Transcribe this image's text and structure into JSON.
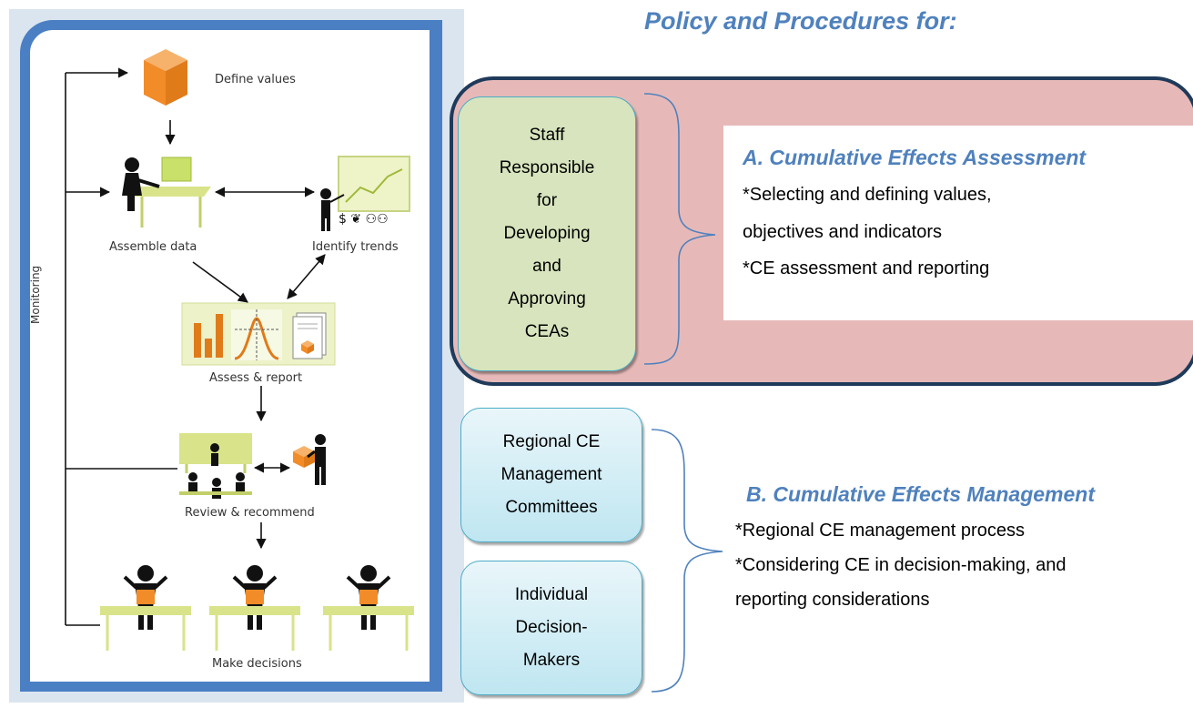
{
  "title": "Policy and Procedures for:",
  "flow": {
    "monitoring_label": "Monitoring",
    "steps": [
      {
        "label": "Define values"
      },
      {
        "label": "Assemble data"
      },
      {
        "label": "Identify trends"
      },
      {
        "label": "Assess & report"
      },
      {
        "label": "Review & recommend"
      },
      {
        "label": "Make decisions"
      }
    ],
    "trend_symbols": "$ ❦ ⚇⚇"
  },
  "section_a": {
    "staff_box_lines": [
      "Staff",
      "Responsible",
      "for",
      "Developing",
      "and",
      "Approving",
      "CEAs"
    ],
    "heading": "A. Cumulative Effects Assessment",
    "lines": [
      "*Selecting and defining values,",
      "objectives and indicators",
      "*CE assessment and reporting"
    ]
  },
  "section_b": {
    "committee_box_lines": [
      "Regional CE",
      "Management",
      "Committees"
    ],
    "decision_box_lines": [
      "Individual",
      "Decision-",
      "Makers"
    ],
    "heading": "B. Cumulative Effects Management",
    "lines": [
      "*Regional CE management process",
      "*Considering CE in decision-making, and",
      "reporting considerations"
    ]
  },
  "colors": {
    "accent_blue": "#4f81bd",
    "section_a_fill": "#e6b9b8",
    "section_a_border": "#1f3a5a",
    "green_box": "#d7e4bd",
    "blue_box": "#dbeef3",
    "orange_cube": "#f28c28",
    "lime": "#d9e38a"
  },
  "icons": [
    "cube-icon",
    "person-at-desk-icon",
    "presenter-icon",
    "bar-chart-icon",
    "bell-curve-icon",
    "report-document-icon",
    "meeting-table-icon",
    "person-carrying-box-icon",
    "decision-maker-icon"
  ]
}
